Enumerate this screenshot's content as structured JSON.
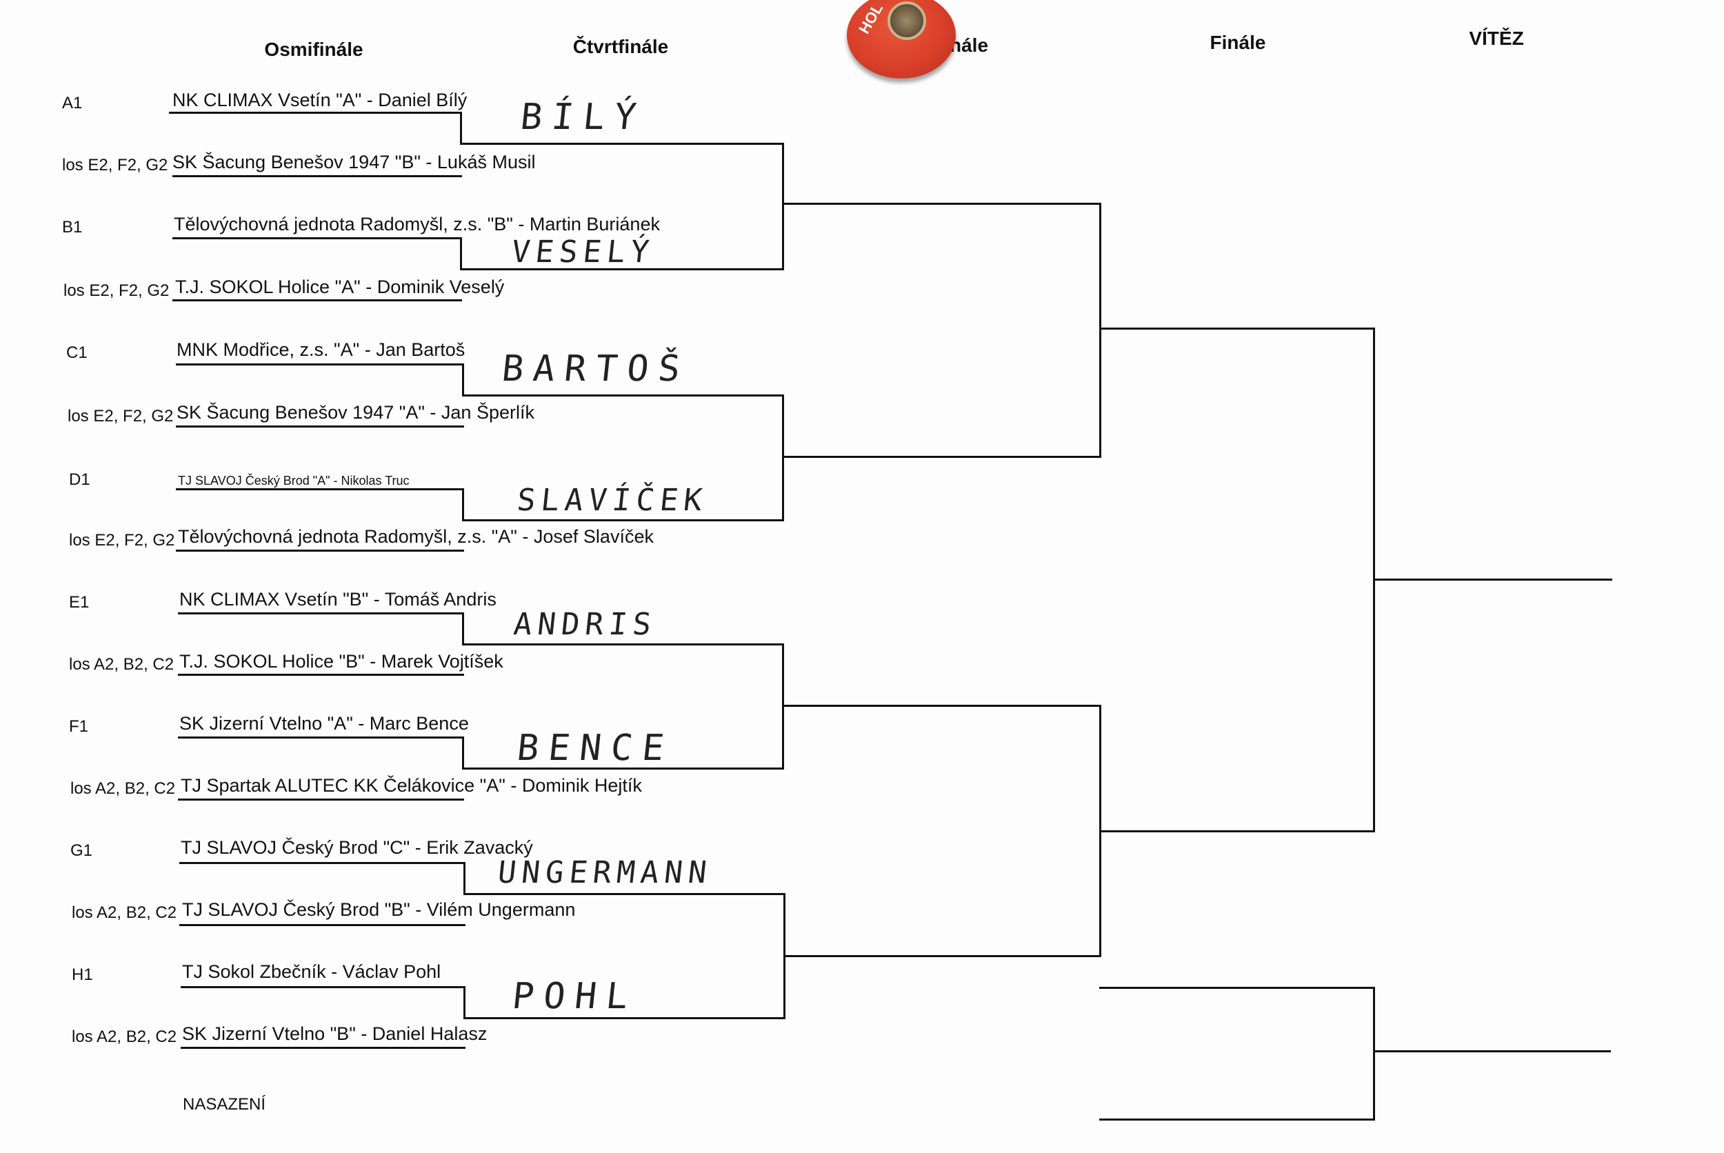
{
  "headers": {
    "round_of_16": "Osmifinále",
    "quarterfinals": "Čtvrtfinále",
    "semifinals": "nále",
    "final": "Finále",
    "winner": "VÍTĚZ"
  },
  "matches": [
    {
      "seed": "A1",
      "team": "NK CLIMAX Vsetín \"A\" - Daniel Bílý"
    },
    {
      "seed": "los E2, F2, G2",
      "team": "SK Šacung Benešov 1947 \"B\" - Lukáš Musil"
    },
    {
      "seed": "B1",
      "team": "Tělovýchovná jednota Radomyšl, z.s. \"B\" - Martin Buriánek"
    },
    {
      "seed": "los E2, F2, G2",
      "team": "T.J. SOKOL Holice \"A\" - Dominik Veselý"
    },
    {
      "seed": "C1",
      "team": "MNK Modřice, z.s. \"A\" - Jan Bartoš"
    },
    {
      "seed": "los E2, F2, G2",
      "team": "SK Šacung Benešov 1947 \"A\" - Jan Šperlík"
    },
    {
      "seed": "D1",
      "team": "TJ SLAVOJ Český Brod \"A\" - Nikolas Truc"
    },
    {
      "seed": "los E2, F2, G2",
      "team": "Tělovýchovná jednota Radomyšl, z.s. \"A\" - Josef Slavíček"
    },
    {
      "seed": "E1",
      "team": "NK CLIMAX Vsetín \"B\" - Tomáš Andris"
    },
    {
      "seed": "los A2, B2, C2",
      "team": "T.J. SOKOL Holice \"B\" - Marek Vojtíšek"
    },
    {
      "seed": "F1",
      "team": "SK Jizerní Vtelno \"A\" - Marc Bence"
    },
    {
      "seed": "los A2, B2, C2",
      "team": "TJ Spartak ALUTEC KK Čelákovice \"A\" - Dominik Hejtík"
    },
    {
      "seed": "G1",
      "team": "TJ SLAVOJ Český Brod \"C\" - Erik Zavacký"
    },
    {
      "seed": "los A2, B2, C2",
      "team": "TJ SLAVOJ Český Brod \"B\" - Vilém Ungermann"
    },
    {
      "seed": "H1",
      "team": "TJ Sokol Zbečník - Václav Pohl"
    },
    {
      "seed": "los A2, B2, C2",
      "team": "SK Jizerní Vtelno \"B\" - Daniel Halasz"
    }
  ],
  "handwritten_winners": [
    "BÍLÝ",
    "VESELÝ",
    "BARTOŠ",
    "SLAVÍČEK",
    "ANDRIS",
    "BENCE",
    "UNGERMANN",
    "POHL"
  ],
  "magnet_text": "HOL",
  "footer": "NASAZENÍ"
}
